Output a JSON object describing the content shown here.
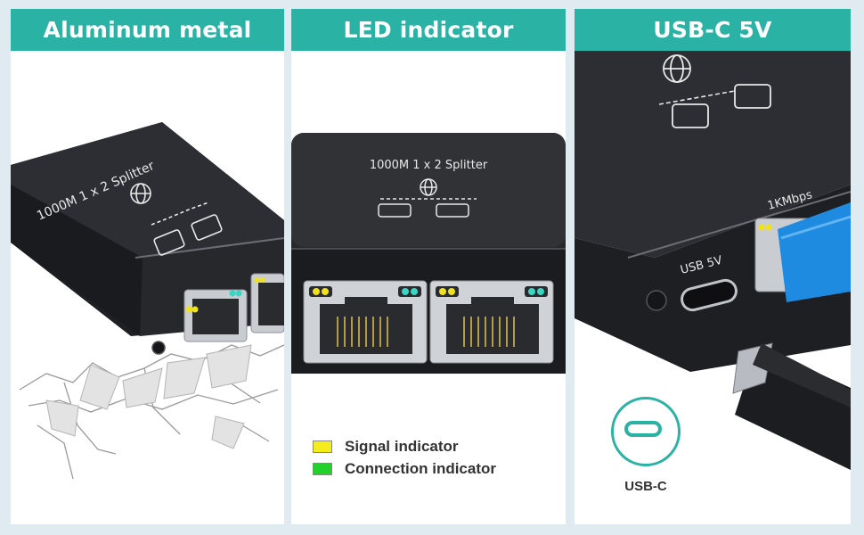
{
  "panels": [
    {
      "title": "Aluminum metal"
    },
    {
      "title": "LED indicator"
    },
    {
      "title": "USB-C 5V"
    }
  ],
  "device": {
    "model_label": "1000M 1 x 2 Splitter",
    "speed_label": "1KMbps",
    "usb_port_label": "USB 5V"
  },
  "legend": [
    {
      "label": "Signal indicator",
      "color": "#f5ec1e"
    },
    {
      "label": "Connection indicator",
      "color": "#22d22a"
    }
  ],
  "usbc": {
    "label": "USB-C"
  },
  "colors": {
    "accent": "#2ab3a4",
    "device_body": "#2a2c31",
    "led_yellow": "#f0e21a",
    "led_teal": "#39d6c4",
    "cable_blue": "#1f8be0"
  },
  "icons": [
    "globe-network-icon",
    "computer-monitor-icon",
    "usb-c-port-icon",
    "screw-icon"
  ]
}
